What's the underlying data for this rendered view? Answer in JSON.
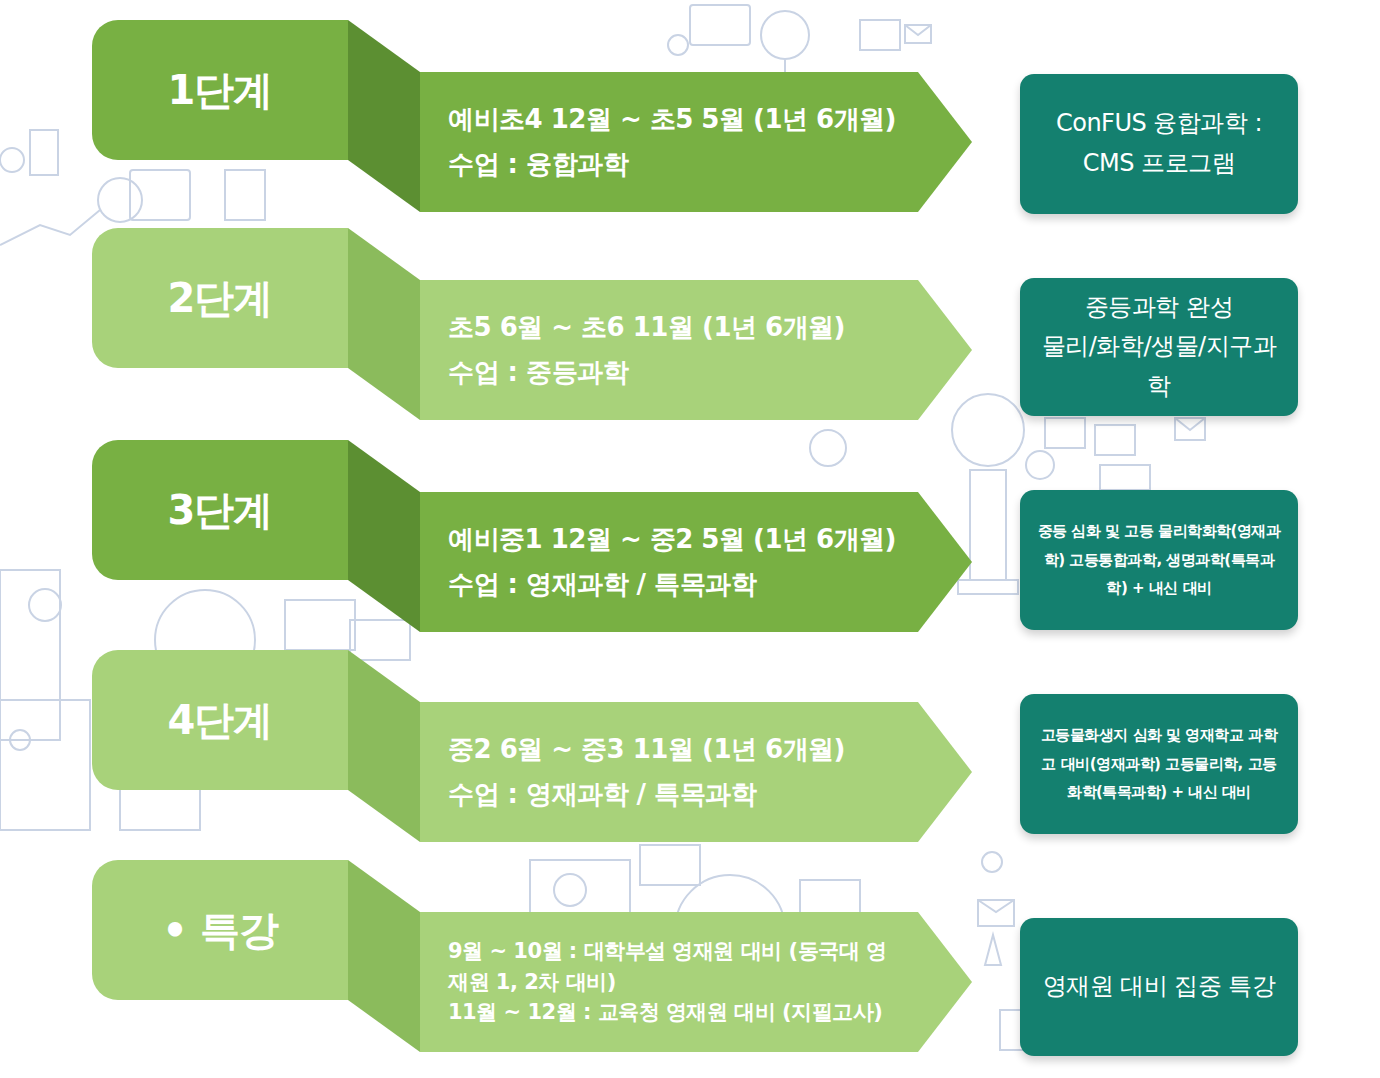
{
  "diagram": {
    "nodes": [
      {
        "text": [
          "1단계"
        ]
      },
      {
        "text": [
          "예비초4 12월 ~ 초5 5월 (1년 6개월)",
          "수업 : 융합과학"
        ]
      },
      {
        "text": [
          "ConFUS 융합과학 : CMS 프로그램"
        ]
      },
      {
        "text": [
          "2단계"
        ]
      },
      {
        "text": [
          "초5 6월 ~ 초6 11월 (1년 6개월)",
          "수업 : 중등과학"
        ]
      },
      {
        "text": [
          "중등과학 완성",
          "물리/화학/생물/지구과학"
        ]
      },
      {
        "text": [
          "3단계"
        ]
      },
      {
        "text": [
          "예비중1 12월 ~ 중2 5월 (1년 6개월)",
          "수업 : 영재과학 / 특목과학"
        ]
      },
      {
        "text": [
          "중등 심화 및 고등 물리학화학(영재과학) 고등통합과학, 생명과학(특목과학) + 내신 대비"
        ]
      },
      {
        "text": [
          "4단계"
        ]
      },
      {
        "text": [
          "중2 6월 ~ 중3 11월 (1년 6개월)",
          "수업 : 영재과학 / 특목과학"
        ]
      },
      {
        "text": [
          "고등물화생지 심화 및 영재학교 과학고 대비(영재과학) 고등물리학, 고등화학(특목과학) + 내신 대비"
        ]
      },
      {
        "text": [
          "• 특강"
        ]
      },
      {
        "text": [
          "9월 ~ 10월 : 대학부설 영재원 대비 (동국대 영재원 1, 2차 대비)",
          "11월 ~ 12월 : 교육청 영재원 대비 (지필고사)"
        ]
      },
      {
        "text": [
          "영재원 대비 집중 특강"
        ]
      }
    ]
  }
}
